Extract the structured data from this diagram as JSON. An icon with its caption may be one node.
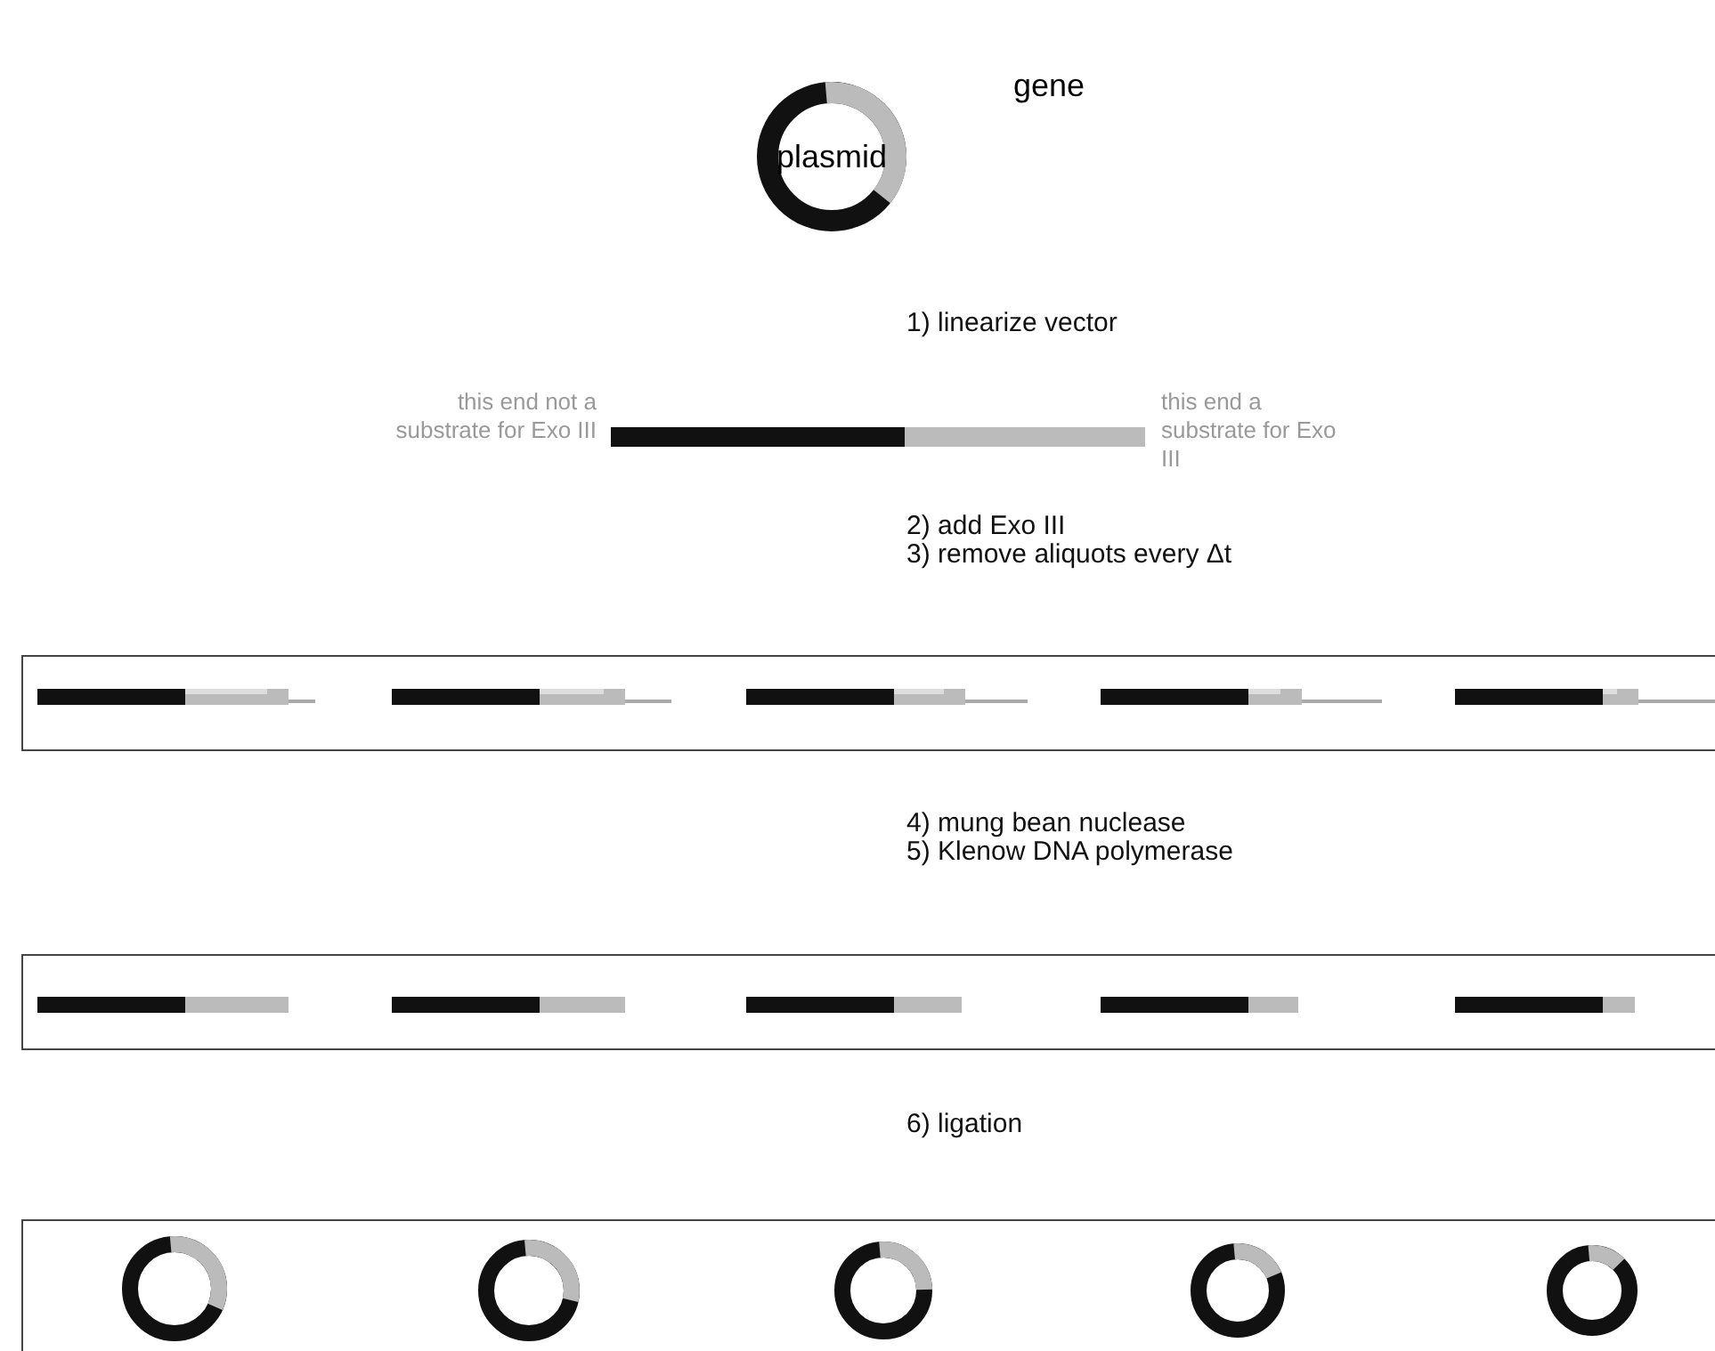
{
  "diagram": {
    "nodes": [
      {
        "text": [
          "plasmid"
        ],
        "beside": [
          "gene"
        ]
      },
      {
        "text": [],
        "shape": "bar"
      },
      {
        "text": [],
        "shape": "box"
      },
      {
        "text": [],
        "shape": "bar",
        "in": 2
      },
      {
        "text": [],
        "shape": "bar",
        "in": 2
      },
      {
        "text": [],
        "shape": "bar",
        "in": 2
      },
      {
        "text": [],
        "shape": "bar",
        "in": 2
      },
      {
        "text": [],
        "shape": "bar",
        "in": 2
      },
      {
        "text": [],
        "shape": "box"
      },
      {
        "text": [],
        "shape": "bar",
        "in": 8
      },
      {
        "text": [],
        "shape": "bar",
        "in": 8
      },
      {
        "text": [],
        "shape": "bar",
        "in": 8
      },
      {
        "text": [],
        "shape": "bar",
        "in": 8
      },
      {
        "text": [],
        "shape": "bar",
        "in": 8
      },
      {
        "text": [],
        "shape": "box"
      },
      {
        "text": [],
        "shape": "circle",
        "in": 14
      },
      {
        "text": [],
        "shape": "circle",
        "in": 14
      },
      {
        "text": [],
        "shape": "circle",
        "in": 14
      },
      {
        "text": [],
        "shape": "circle",
        "in": 14
      },
      {
        "text": [],
        "shape": "circle",
        "in": 14
      }
    ],
    "edges": [],
    "labels": [
      "1) linearize vector",
      "this end not a substrate for Exo III",
      "this end a substrate for Exo III",
      "2) add Exo III",
      "3) remove aliquots every Δt",
      "4) mung bean nuclease",
      "5) Klenow DNA polymerase",
      "6) ligation"
    ]
  }
}
